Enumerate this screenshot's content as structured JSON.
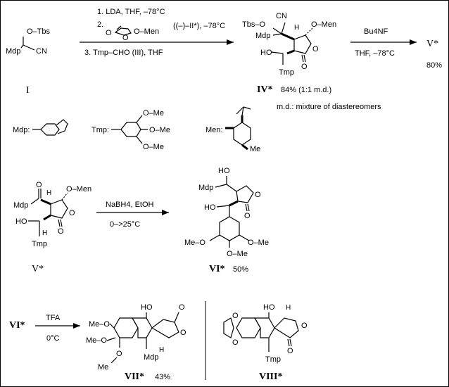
{
  "reaction1": {
    "start_top": "O–Tbs",
    "start_mdp": "Mdp",
    "start_cn": "CN",
    "start_label": "I",
    "step1": "1. LDA, THF, –78°C",
    "step2_prefix": "2.",
    "step2_o1": "O",
    "step2_o2": "O",
    "step2_omen": "O–Men",
    "step2_reagent": "((–)–II*), –78°C",
    "step3": "3. Tmp–CHO (III), THF",
    "product_label": "IV*",
    "product_yield": "84% (1:1 m.d.)",
    "md_note": "m.d.: mixture of diastereomers",
    "prod_tbs": "Tbs–O",
    "prod_cn": "CN",
    "prod_omen": "O–Men",
    "prod_mdp": "Mdp",
    "prod_h": "H",
    "prod_ho": "HO",
    "prod_o_ring": "O",
    "prod_o_carbonyl": "O",
    "prod_tmp": "Tmp",
    "reagent_bu4nf": "Bu4NF",
    "reagent_conditions": "THF, –78°C",
    "result_label": "V*",
    "result_yield": "80%"
  },
  "legend": {
    "mdp": "Mdp:",
    "tmp": "Tmp:",
    "men": "Men:",
    "tmp_ome1": "O–Me",
    "tmp_ome2": "O–Me",
    "tmp_ome3": "O–Me",
    "men_me": "Me"
  },
  "reaction2": {
    "start_omen": "O–Men",
    "start_o": "O",
    "start_mdp": "Mdp",
    "start_h1": "H",
    "start_h2": "H",
    "start_ho": "HO",
    "start_o_ring": "O",
    "start_o_carbonyl": "O",
    "start_tmp": "Tmp",
    "start_label": "V*",
    "reagent": "NaBH4,  EtOH",
    "conditions": "0–>25°C",
    "prod_ho_top": "HO",
    "prod_mdp": "Mdp",
    "prod_o_ring": "O",
    "prod_ho": "HO",
    "prod_o_carbonyl": "O",
    "prod_meo_left": "Me–O",
    "prod_ome_right": "O–Me",
    "prod_ome_bottom": "O–Me",
    "prod_label": "VI*",
    "prod_yield": "50%"
  },
  "reaction3": {
    "start_label": "VI*",
    "reagent": "TFA",
    "conditions": "0°C",
    "ho": "HO",
    "o_carbonyl": "O",
    "o_ring": "O",
    "h": "H",
    "meo1": "Me–O",
    "meo2": "Me–O",
    "ome": "O",
    "me": "Me",
    "mdp": "Mdp",
    "prod_label": "VII*",
    "prod_yield": "43%"
  },
  "compound8": {
    "ho": "HO",
    "h": "H",
    "o_ring": "O",
    "o_carbonyl": "O",
    "o1": "O",
    "o2": "O",
    "tmp": "Tmp",
    "label": "VIII*"
  }
}
